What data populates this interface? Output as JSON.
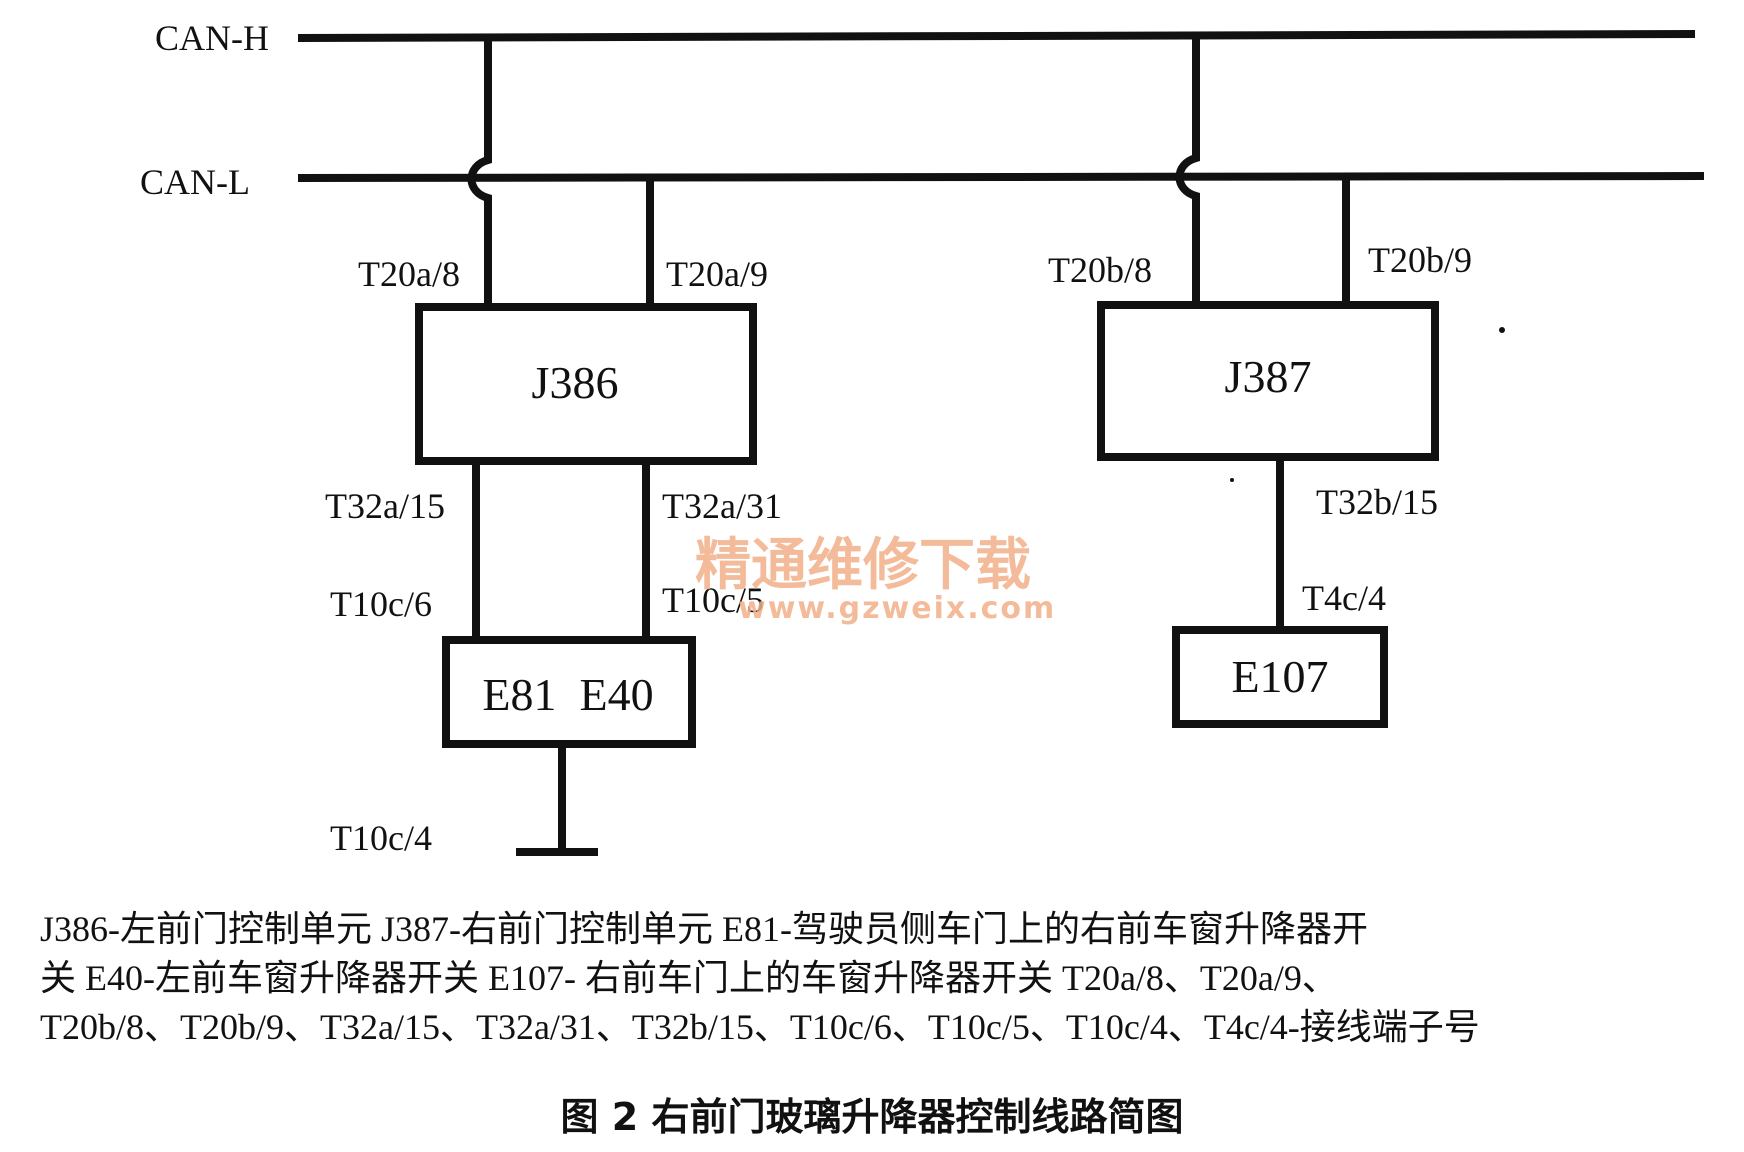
{
  "bus": {
    "can_h": "CAN-H",
    "can_l": "CAN-L"
  },
  "pins": {
    "j386_top_left": "T20a/8",
    "j386_top_right": "T20a/9",
    "j387_top_left": "T20b/8",
    "j387_top_right": "T20b/9",
    "j386_bottom_left": "T32a/15",
    "j386_bottom_right": "T32a/31",
    "switch_left": "T10c/6",
    "switch_right": "T10c/5",
    "ground": "T10c/4",
    "j387_bottom": "T32b/15",
    "e107_top": "T4c/4"
  },
  "modules": {
    "j386": "J386",
    "j387": "J387",
    "e81_e40": "E81  E40",
    "e107": "E107"
  },
  "watermark": {
    "title": "精通维修下载",
    "url": "www.gzweix.com"
  },
  "legend": {
    "line1": "J386-左前门控制单元   J387-右前门控制单元   E81-驾驶员侧车门上的右前车窗升降器开",
    "line2": "关   E40-左前车窗升降器开关   E107- 右前车门上的车窗升降器开关   T20a/8、T20a/9、",
    "line3": "T20b/8、T20b/9、T32a/15、T32a/31、T32b/15、T10c/6、T10c/5、T10c/4、T4c/4-接线端子号"
  },
  "caption": "图 2   右前门玻璃升降器控制线路简图"
}
